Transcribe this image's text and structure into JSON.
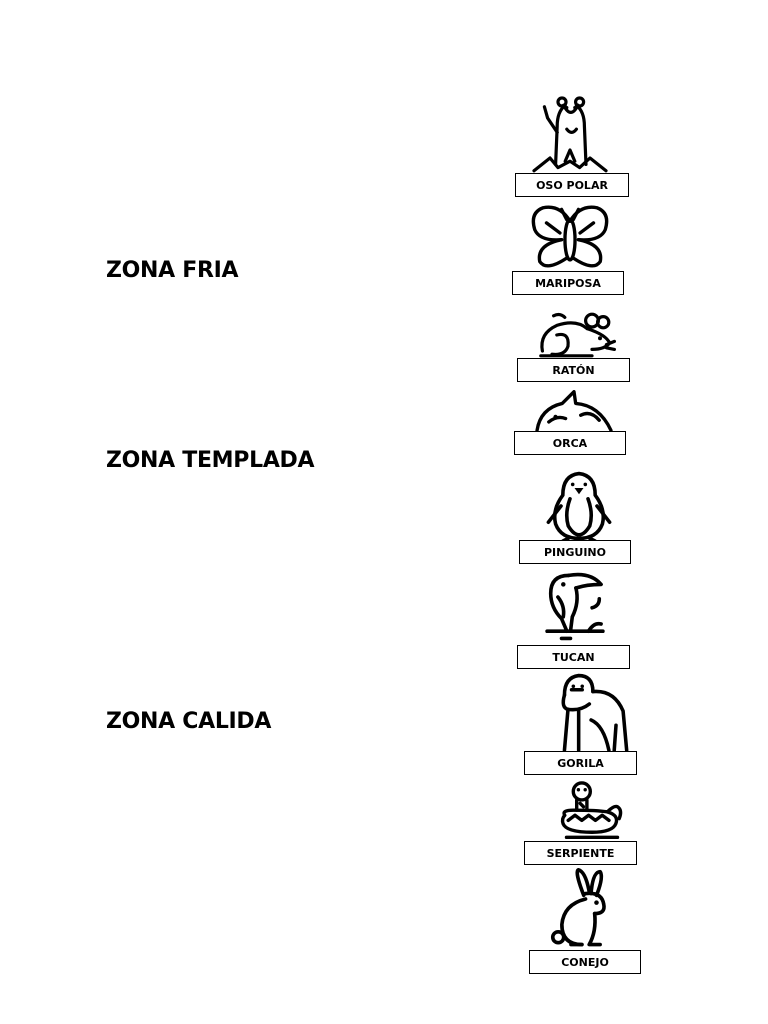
{
  "zones": [
    "ZONA FRIA",
    "ZONA TEMPLADA",
    "ZONA CALIDA"
  ],
  "animals": [
    {
      "label": "OSO POLAR",
      "icon": "polar-bear-icon"
    },
    {
      "label": "MARIPOSA",
      "icon": "butterfly-icon"
    },
    {
      "label": "RATÓN",
      "icon": "mouse-icon"
    },
    {
      "label": "ORCA",
      "icon": "orca-icon"
    },
    {
      "label": "PINGUINO",
      "icon": "penguin-icon"
    },
    {
      "label": "TUCAN",
      "icon": "toucan-icon"
    },
    {
      "label": "GORILA",
      "icon": "gorilla-icon"
    },
    {
      "label": "SERPIENTE",
      "icon": "snake-icon"
    },
    {
      "label": "CONEJO",
      "icon": "rabbit-icon"
    }
  ]
}
